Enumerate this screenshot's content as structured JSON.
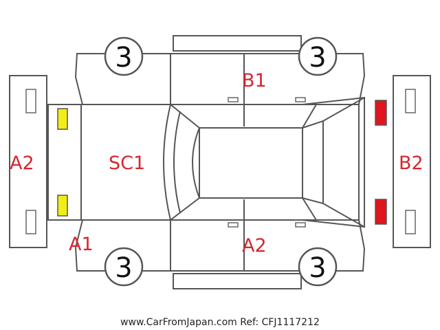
{
  "diagram": {
    "labels": {
      "front_bumper_code": "A2",
      "rear_bumper_code": "B2",
      "front_corner_code": "A1",
      "hood_code": "SC1",
      "top_doors_code": "B1",
      "bottom_doors_code": "A2"
    },
    "tires": {
      "front_top": "3",
      "rear_top": "3",
      "front_bottom": "3",
      "rear_bottom": "3"
    },
    "lights": {
      "front_color": "#f2ec17",
      "rear_color": "#e0161e"
    },
    "label_color": "#d6262e"
  },
  "footer": {
    "watermark": "www.CarFromJapan.com Ref: CFJ1117212"
  }
}
